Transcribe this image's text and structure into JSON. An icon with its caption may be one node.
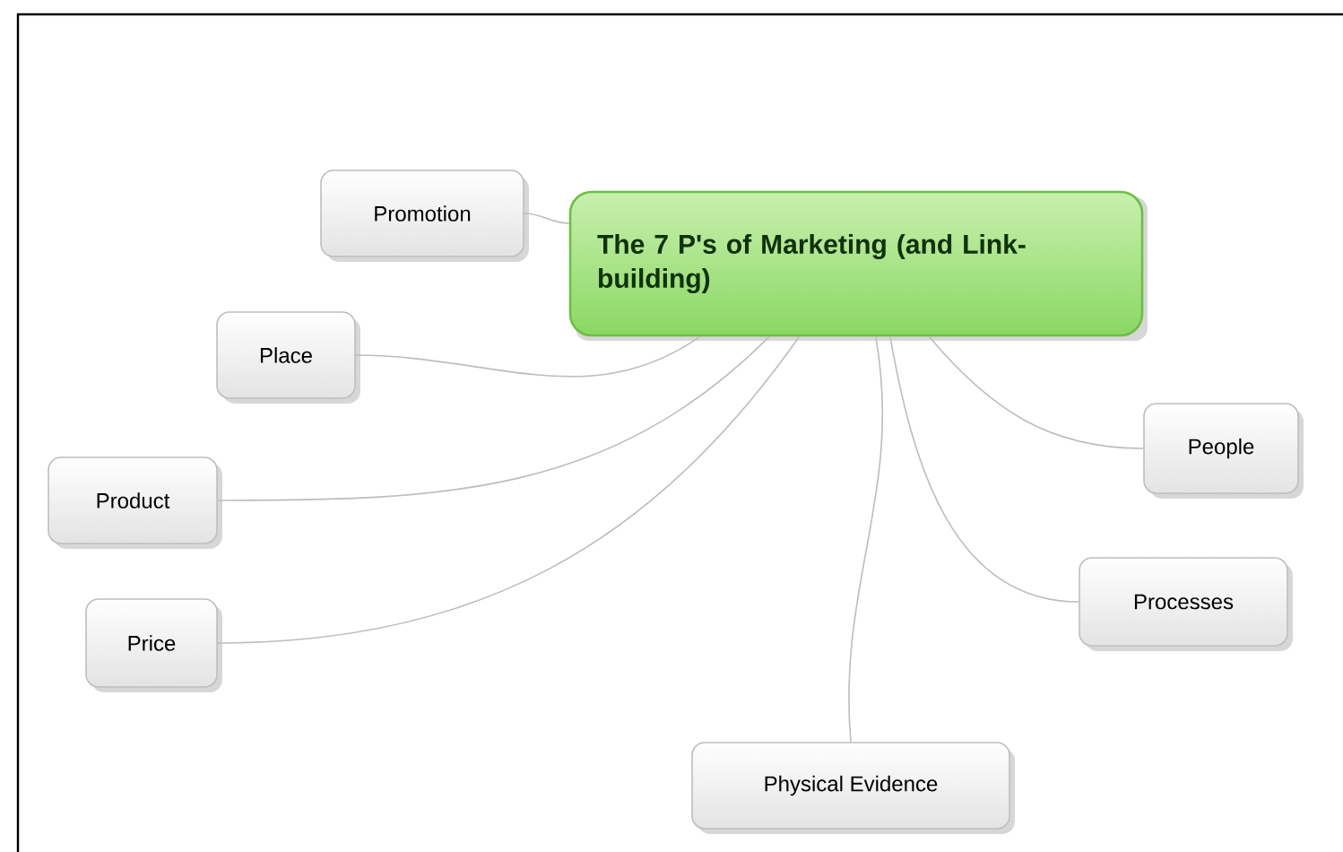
{
  "diagram": {
    "nodes": [
      {
        "text": [
          "The 7 P's of Marketing (and Link-building)"
        ]
      },
      {
        "text": [
          "Promotion"
        ]
      },
      {
        "text": [
          "Place"
        ]
      },
      {
        "text": [
          "Product"
        ]
      },
      {
        "text": [
          "Price"
        ]
      },
      {
        "text": [
          "People"
        ]
      },
      {
        "text": [
          "Processes"
        ]
      },
      {
        "text": [
          "Physical Evidence"
        ]
      }
    ],
    "edges": [
      {
        "from": 0,
        "to": 1,
        "arrow": "none"
      },
      {
        "from": 0,
        "to": 2,
        "arrow": "none"
      },
      {
        "from": 0,
        "to": 3,
        "arrow": "none"
      },
      {
        "from": 0,
        "to": 4,
        "arrow": "none"
      },
      {
        "from": 0,
        "to": 5,
        "arrow": "none"
      },
      {
        "from": 0,
        "to": 6,
        "arrow": "none"
      },
      {
        "from": 0,
        "to": 7,
        "arrow": "none"
      }
    ]
  }
}
